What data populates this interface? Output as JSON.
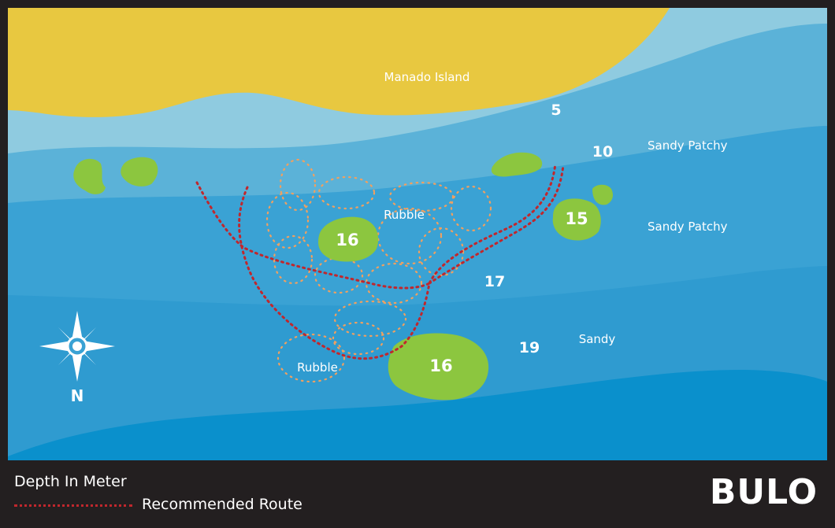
{
  "map": {
    "site_name": "BULO",
    "legend": {
      "depth_label": "Depth In Meter",
      "route_label": "Recommended Route"
    },
    "land_label": "Manado Island",
    "area_labels": {
      "sandy_patchy_1": "Sandy Patchy",
      "sandy_patchy_2": "Sandy Patchy",
      "sandy": "Sandy",
      "rubble_1": "Rubble",
      "rubble_2": "Rubble"
    },
    "depths": {
      "d5": "5",
      "d10": "10",
      "d17": "17",
      "d19": "19",
      "reef_16_top": "16",
      "reef_15": "15",
      "reef_16_bottom": "16"
    },
    "compass_label": "N",
    "colors": {
      "land": "#e8c840",
      "shallow": "#8fcbe0",
      "mid": "#5bb2d8",
      "deep": "#3aa2d4",
      "deepest": "#0a90cc",
      "reef": "#8cc63f",
      "rubble": "#f0a060",
      "route": "#c0272d",
      "frame": "#231f20"
    }
  }
}
